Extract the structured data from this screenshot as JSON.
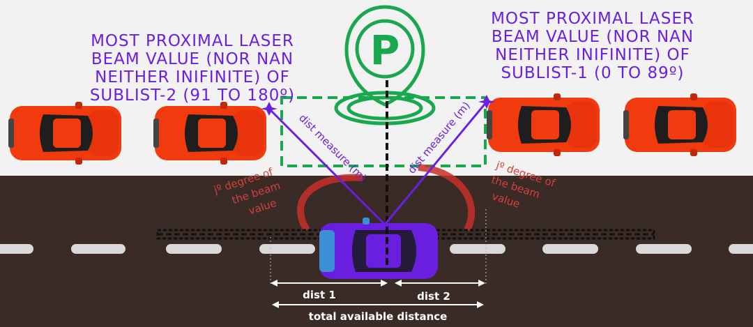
{
  "headings": {
    "left": [
      "MOST PROXIMAL LASER",
      "BEAM VALUE (NOR NAN",
      "NEITHER INIFINITE) OF",
      "SUBLIST-2 (91 TO 180º)"
    ],
    "right": [
      "MOST PROXIMAL LASER",
      "BEAM VALUE (NOR NAN",
      "NEITHER INIFINITE) OF",
      "SUBLIST-1 (0 TO 89º)"
    ]
  },
  "beam_labels": {
    "left": "dist measure (m)",
    "right": "dist measure (m)"
  },
  "angle_labels": {
    "left": [
      "jº degree of",
      "the beam",
      "value"
    ],
    "right": [
      "jº degree of",
      "the beam",
      "value"
    ]
  },
  "distances": {
    "dist1": "dist 1",
    "dist2": "dist 2",
    "total": "total available distance"
  },
  "icons": {
    "parking_letter": "P"
  },
  "colors": {
    "road": "#3a2b27",
    "sidewalk": "#f2f2f2",
    "parked_car": "#f23a0f",
    "ego_car": "#6a1fe0",
    "heading": "#6a1fe0",
    "beam": "#6a1fe0",
    "parking_icon": "#1aa84f",
    "angle_arc": "#c8302a",
    "distance_text": "#ffffff"
  }
}
